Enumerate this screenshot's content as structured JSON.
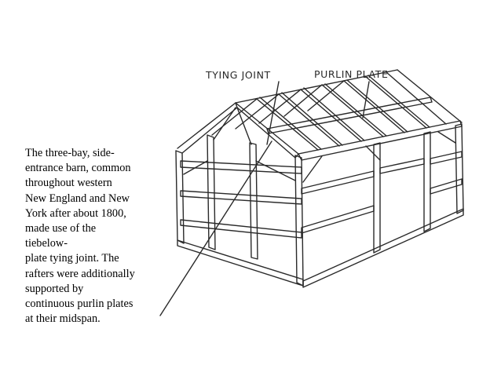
{
  "caption": {
    "text": "The three-bay, side-\nentrance barn, common\nthroughout western\nNew England and New\nYork after about 1800,\nmade use of the\ntiebelow-\nplate tying joint. The\nrafters were additionally\nsupported by\ncontinuous purlin plates\nat their midspan."
  },
  "labels": {
    "tying_joint": "TYING JOINT",
    "purlin_plate": "PURLIN PLATE"
  },
  "colors": {
    "ink": "#2a2a2a",
    "background": "#ffffff",
    "caption_text": "#000000"
  }
}
